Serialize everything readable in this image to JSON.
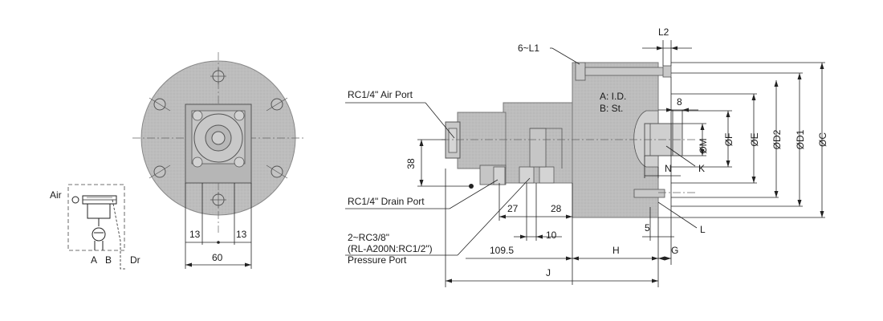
{
  "colors": {
    "body_fill": "#bdbdbd",
    "body_dark": "#9e9e9e",
    "body_light": "#d0d0d0",
    "line": "#222222"
  },
  "front_view": {
    "dim_13_left": "13",
    "dim_13_right": "13",
    "dim_60": "60"
  },
  "schematic": {
    "air": "Air",
    "a": "A",
    "b": "B",
    "dr": "Dr"
  },
  "side_view": {
    "callout_6_l1": "6~L1",
    "callout_l2": "L2",
    "air_port": "RC1/4\" Air Port",
    "drain_port": "RC1/4\"  Drain Port",
    "pressure_port_1": "2~RC3/8\"",
    "pressure_port_2": "(RL-A200N:RC1/2\")",
    "pressure_port_3": "Pressure Port",
    "note_a": "A: I.D.",
    "note_b": "B: St.",
    "dim_38": "38",
    "dim_27": "27",
    "dim_28": "28",
    "dim_10": "10",
    "dim_109_5": "109.5",
    "dim_h": "H",
    "dim_g": "G",
    "dim_j": "J",
    "dim_5": "5",
    "dim_8": "8",
    "dim_n": "N",
    "dim_k": "K",
    "dim_l": "L",
    "dim_m": "ØM",
    "dim_f": "ØF",
    "dim_e": "ØE",
    "dim_d2": "ØD2",
    "dim_d1": "ØD1",
    "dim_c": "ØC"
  }
}
